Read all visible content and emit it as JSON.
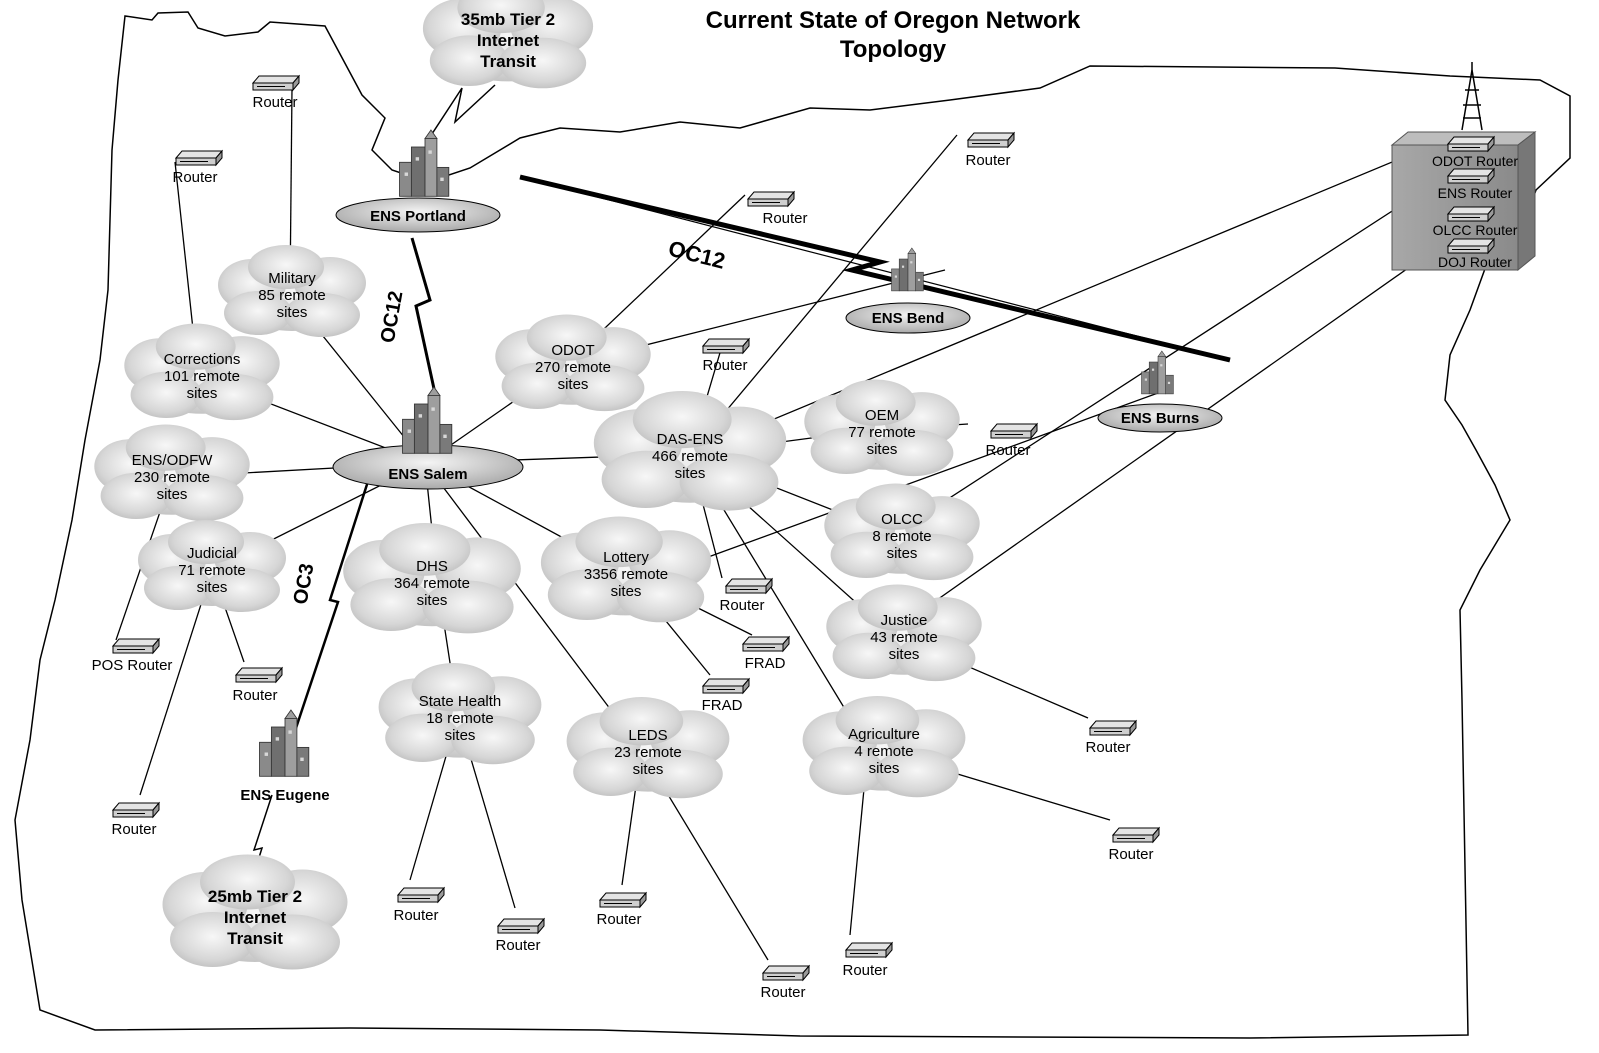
{
  "title": {
    "line1": "Current State of Oregon Network",
    "line2": "Topology"
  },
  "link_labels": {
    "portland_salem": "OC12",
    "portland_bend": "OC12",
    "salem_eugene": "OC3"
  },
  "transit_clouds": [
    {
      "id": "transit-35",
      "lines": [
        "35mb Tier 2",
        "Internet",
        "Transit"
      ]
    },
    {
      "id": "transit-25",
      "lines": [
        "25mb Tier 2",
        "Internet",
        "Transit"
      ]
    }
  ],
  "sites": [
    {
      "id": "ens-portland",
      "label": "ENS Portland"
    },
    {
      "id": "ens-salem",
      "label": "ENS Salem"
    },
    {
      "id": "ens-bend",
      "label": "ENS Bend"
    },
    {
      "id": "ens-burns",
      "label": "ENS Burns"
    },
    {
      "id": "ens-eugene",
      "label": "ENS Eugene"
    }
  ],
  "clouds": [
    {
      "id": "military",
      "lines": [
        "Military",
        "85 remote",
        "sites"
      ]
    },
    {
      "id": "corrections",
      "lines": [
        "Corrections",
        "101 remote",
        "sites"
      ]
    },
    {
      "id": "ens-odfw",
      "lines": [
        "ENS/ODFW",
        "230 remote",
        "sites"
      ]
    },
    {
      "id": "judicial",
      "lines": [
        "Judicial",
        "71 remote",
        "sites"
      ]
    },
    {
      "id": "odot",
      "lines": [
        "ODOT",
        "270 remote",
        "sites"
      ]
    },
    {
      "id": "das-ens",
      "lines": [
        "DAS-ENS",
        "466 remote",
        "sites"
      ]
    },
    {
      "id": "oem",
      "lines": [
        "OEM",
        "77 remote",
        "sites"
      ]
    },
    {
      "id": "olcc",
      "lines": [
        "OLCC",
        "8 remote",
        "sites"
      ]
    },
    {
      "id": "dhs",
      "lines": [
        "DHS",
        "364 remote",
        "sites"
      ]
    },
    {
      "id": "lottery",
      "lines": [
        "Lottery",
        "3356 remote",
        "sites"
      ]
    },
    {
      "id": "justice",
      "lines": [
        "Justice",
        "43 remote",
        "sites"
      ]
    },
    {
      "id": "state-health",
      "lines": [
        "State Health",
        "18 remote",
        "sites"
      ]
    },
    {
      "id": "leds",
      "lines": [
        "LEDS",
        "23 remote",
        "sites"
      ]
    },
    {
      "id": "agriculture",
      "lines": [
        "Agriculture",
        "4 remote",
        "sites"
      ]
    }
  ],
  "routers": [
    {
      "id": "r-military",
      "label": "Router"
    },
    {
      "id": "r-corrections",
      "label": "Router"
    },
    {
      "id": "r-north-east",
      "label": "Router"
    },
    {
      "id": "r-odot",
      "label": "Router"
    },
    {
      "id": "r-das-top",
      "label": "Router"
    },
    {
      "id": "r-oem",
      "label": "Router"
    },
    {
      "id": "r-das-bottom",
      "label": "Router"
    },
    {
      "id": "r-lottery-frad1",
      "label": "FRAD"
    },
    {
      "id": "r-lottery-frad2",
      "label": "FRAD"
    },
    {
      "id": "r-pos",
      "label": "POS Router"
    },
    {
      "id": "r-judicial",
      "label": "Router"
    },
    {
      "id": "r-odfw",
      "label": "Router"
    },
    {
      "id": "r-justice",
      "label": "Router"
    },
    {
      "id": "r-agri-east",
      "label": "Router"
    },
    {
      "id": "r-health-1",
      "label": "Router"
    },
    {
      "id": "r-health-2",
      "label": "Router"
    },
    {
      "id": "r-leds-1",
      "label": "Router"
    },
    {
      "id": "r-leds-2",
      "label": "Router"
    },
    {
      "id": "r-agri-south",
      "label": "Router"
    }
  ],
  "rack": {
    "labels": [
      "ODOT Router",
      "ENS Router",
      "OLCC Router",
      "DOJ Router"
    ]
  }
}
